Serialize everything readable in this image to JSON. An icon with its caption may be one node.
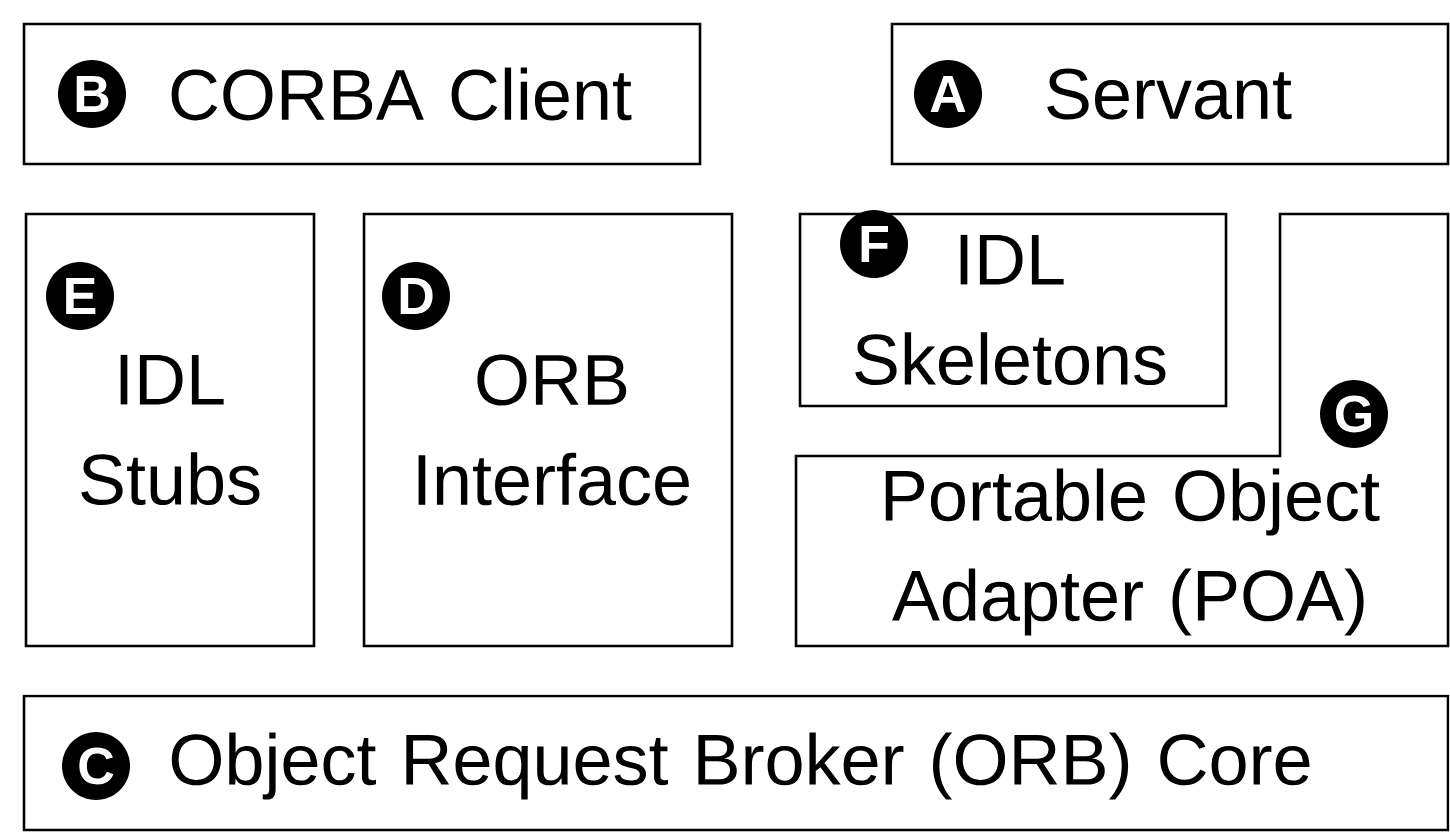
{
  "diagram": {
    "nodes": [
      {
        "text": [
          "CORBA Client"
        ]
      },
      {
        "text": [
          "B"
        ],
        "in": 0
      },
      {
        "text": [
          "Servant"
        ]
      },
      {
        "text": [
          "A"
        ],
        "in": 2
      },
      {
        "text": [
          "IDL Stubs"
        ]
      },
      {
        "text": [
          "E"
        ],
        "in": 4
      },
      {
        "text": [
          "ORB Interface"
        ]
      },
      {
        "text": [
          "D"
        ],
        "in": 6
      },
      {
        "text": [
          "IDL Skeletons"
        ]
      },
      {
        "text": [
          "F"
        ],
        "in": 8
      },
      {
        "text": [
          "Portable Object Adapter (POA)"
        ]
      },
      {
        "text": [
          "G"
        ],
        "in": 10
      },
      {
        "text": [
          "Object Request Broker (ORB) Core"
        ]
      },
      {
        "text": [
          "C"
        ],
        "in": 12
      }
    ]
  }
}
